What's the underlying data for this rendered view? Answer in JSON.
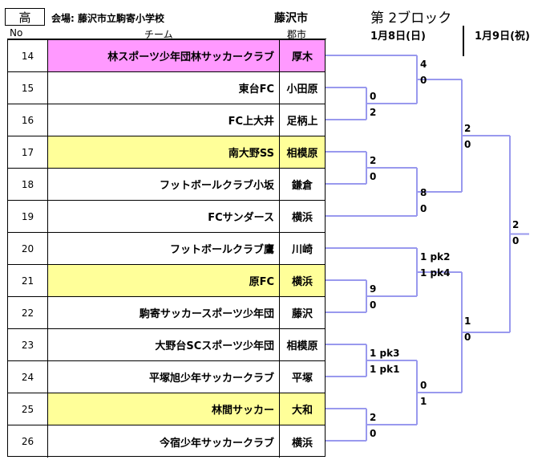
{
  "header": {
    "category": "高",
    "venue": "会場: 藤沢市立駒寄小学校",
    "host_city": "藤沢市",
    "block": "第 2ブロック",
    "date1": "1月8日(日)",
    "date2": "1月9日(祝)"
  },
  "columns": {
    "no": "No",
    "team": "チーム",
    "city": "郡市"
  },
  "colors": {
    "pink": "#ff99ff",
    "yellow": "#ffff99",
    "bracket": "#9999ee"
  },
  "teams": [
    {
      "no": "14",
      "name": "林スポーツ少年団林サッカークラブ",
      "city": "厚木",
      "highlight": "pink"
    },
    {
      "no": "15",
      "name": "東台FC",
      "city": "小田原",
      "highlight": ""
    },
    {
      "no": "16",
      "name": "FC上大井",
      "city": "足柄上",
      "highlight": ""
    },
    {
      "no": "17",
      "name": "南大野SS",
      "city": "相模原",
      "highlight": "yellow"
    },
    {
      "no": "18",
      "name": "フットボールクラブ小坂",
      "city": "鎌倉",
      "highlight": ""
    },
    {
      "no": "19",
      "name": "FCサンダース",
      "city": "横浜",
      "highlight": ""
    },
    {
      "no": "20",
      "name": "フットボールクラブ鷹",
      "city": "川崎",
      "highlight": ""
    },
    {
      "no": "21",
      "name": "原FC",
      "city": "横浜",
      "highlight": "yellow"
    },
    {
      "no": "22",
      "name": "駒寄サッカースポーツ少年団",
      "city": "藤沢",
      "highlight": ""
    },
    {
      "no": "23",
      "name": "大野台SCスポーツ少年団",
      "city": "相模原",
      "highlight": ""
    },
    {
      "no": "24",
      "name": "平塚旭少年サッカークラブ",
      "city": "平塚",
      "highlight": ""
    },
    {
      "no": "25",
      "name": "林間サッカー",
      "city": "大和",
      "highlight": "yellow"
    },
    {
      "no": "26",
      "name": "今宿少年サッカークラブ",
      "city": "横浜",
      "highlight": ""
    }
  ],
  "scores": {
    "m15_16": {
      "top": "0",
      "bottom": "2"
    },
    "m17_18": {
      "top": "2",
      "bottom": "0"
    },
    "m21_22": {
      "top": "9",
      "bottom": "0"
    },
    "m23_24": {
      "top": "1 pk3",
      "bottom": "1 pk1"
    },
    "m25_26": {
      "top": "2",
      "bottom": "0"
    },
    "r2_a": {
      "top": "4",
      "bottom": "0"
    },
    "r2_b": {
      "top": "8",
      "bottom": "0"
    },
    "r2_c": {
      "top": "1 pk2",
      "bottom": "1 pk4"
    },
    "r2_d": {
      "top": "0",
      "bottom": "1"
    },
    "r3_a": {
      "top": "2",
      "bottom": "0"
    },
    "r3_b": {
      "top": "1",
      "bottom": "0"
    },
    "final": {
      "top": "2",
      "bottom": "0"
    }
  }
}
